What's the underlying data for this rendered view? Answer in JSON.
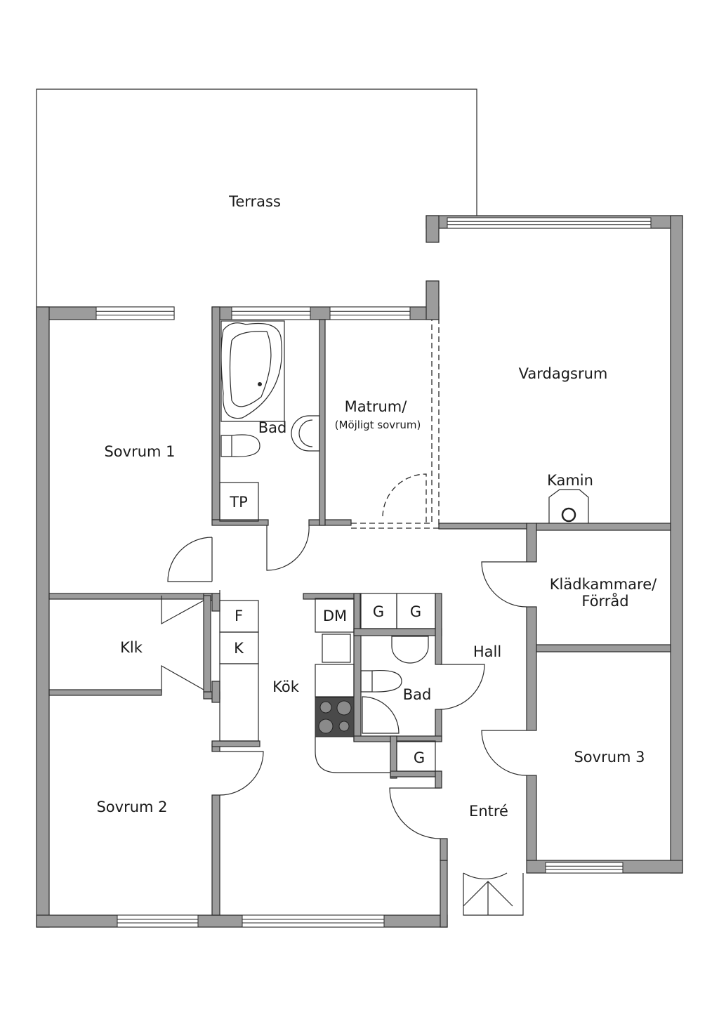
{
  "rooms": {
    "terrass": "Terrass",
    "vardagsrum": "Vardagsrum",
    "matrum": "Matrum/",
    "matrum_sub": "(Möjligt sovrum)",
    "bad1": "Bad",
    "sovrum1": "Sovrum 1",
    "tp": "TP",
    "kamin": "Kamin",
    "kladkammare1": "Klädkammare/",
    "kladkammare2": "Förråd",
    "klk": "Klk",
    "f": "F",
    "k": "K",
    "dm": "DM",
    "g1": "G",
    "g2": "G",
    "g3": "G",
    "hall": "Hall",
    "kok": "Kök",
    "bad2": "Bad",
    "sovrum3": "Sovrum 3",
    "sovrum2": "Sovrum 2",
    "entre": "Entré"
  },
  "colors": {
    "wall": "#9c9c9c",
    "line": "#2a2a2a",
    "stove": "#4a4a4a"
  }
}
